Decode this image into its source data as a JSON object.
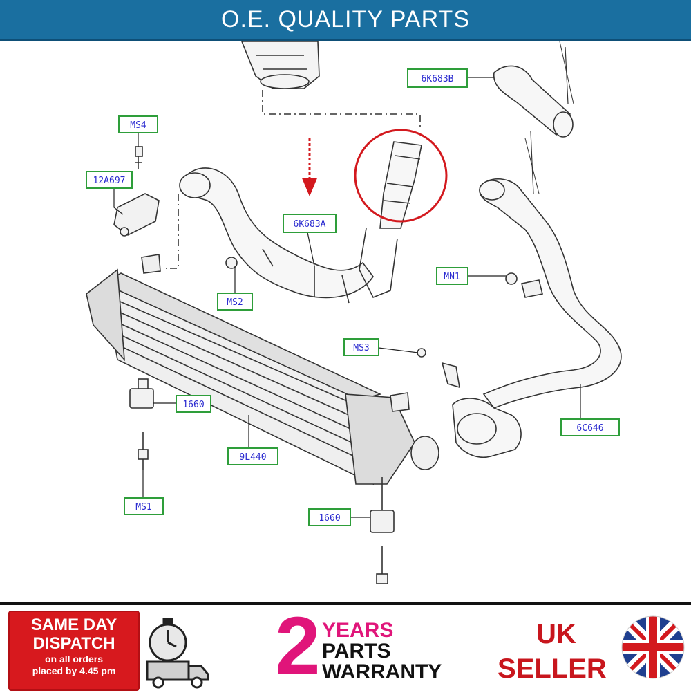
{
  "banner": {
    "title": "O.E. QUALITY PARTS"
  },
  "diagram": {
    "labels": {
      "ms4": "MS4",
      "p12a697": "12A697",
      "p6k683a": "6K683A",
      "p6k683b": "6K683B",
      "ms2": "MS2",
      "mn1": "MN1",
      "ms3": "MS3",
      "p1660_left": "1660",
      "p9l440": "9L440",
      "p6c646": "6C646",
      "ms1": "MS1",
      "p1660_bottom": "1660"
    },
    "colors": {
      "label_border": "#2e9e3a",
      "label_text": "#2a2ad0",
      "highlight_circle": "#d3191e",
      "line": "#333333"
    }
  },
  "footer": {
    "dispatch": {
      "line1": "SAME DAY",
      "line2": "DISPATCH",
      "line3": "on all orders",
      "line4": "placed by 4.45 pm",
      "icon": "stopwatch-truck-icon"
    },
    "warranty": {
      "number": "2",
      "line1": "YEARS",
      "line2": "PARTS",
      "line3": "WARRANTY"
    },
    "uk": {
      "line1": "UK",
      "line2": "SELLER",
      "icon": "union-jack-flag-icon"
    }
  }
}
